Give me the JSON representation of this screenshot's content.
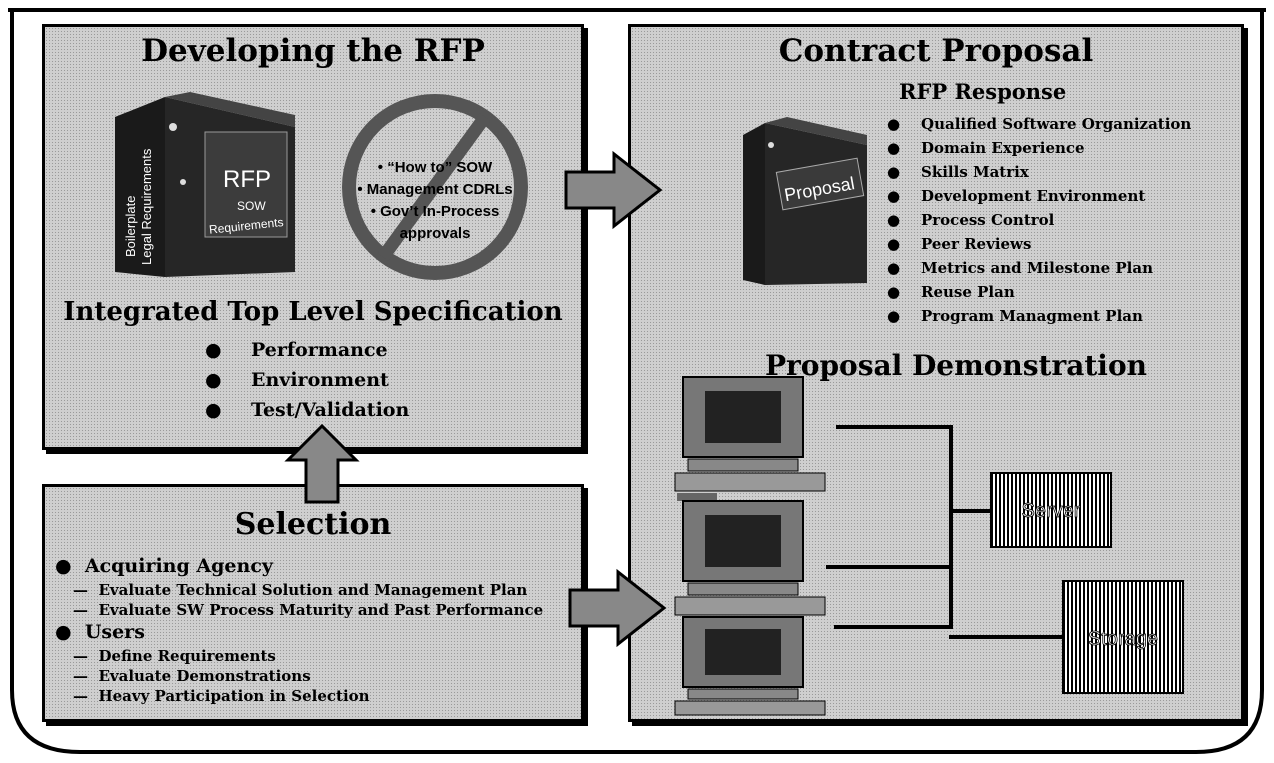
{
  "rfp_panel": {
    "title": "Developing the RFP",
    "binder_side_line1": "Boilerplate",
    "binder_side_line2": "Legal Requirements",
    "binder_cover_title": "RFP",
    "binder_cover_line1": "SOW",
    "binder_cover_line2": "Requirements",
    "prohibited_items": [
      "• “How to” SOW",
      "• Management CDRLs",
      "• Gov’t In-Process",
      "approvals"
    ],
    "spec_title": "Integrated Top Level Specification",
    "spec_items": [
      "Performance",
      "Environment",
      "Test/Validation"
    ]
  },
  "selection_panel": {
    "title": "Selection",
    "groups": [
      {
        "label": "Acquiring Agency",
        "items": [
          "Evaluate Technical Solution and Management Plan",
          "Evaluate SW Process Maturity and  Past Performance"
        ]
      },
      {
        "label": "Users",
        "items": [
          "Define Requirements",
          "Evaluate Demonstrations",
          "Heavy Participation in Selection"
        ]
      }
    ]
  },
  "proposal_panel": {
    "title": "Contract Proposal",
    "binder_label": "Proposal",
    "response_title": "RFP Response",
    "response_items": [
      "Qualified Software Organization",
      "Domain Experience",
      "Skills Matrix",
      "Development Environment",
      "Process Control",
      "Peer Reviews",
      "Metrics and Milestone Plan",
      "Reuse Plan",
      "Program Managment Plan"
    ],
    "demo_title": "Proposal Demonstration",
    "server_label": "Server",
    "storage_label": "Storage"
  },
  "icons": [
    "binder-icon",
    "prohibited-icon",
    "computer-icon",
    "arrow-icon"
  ]
}
